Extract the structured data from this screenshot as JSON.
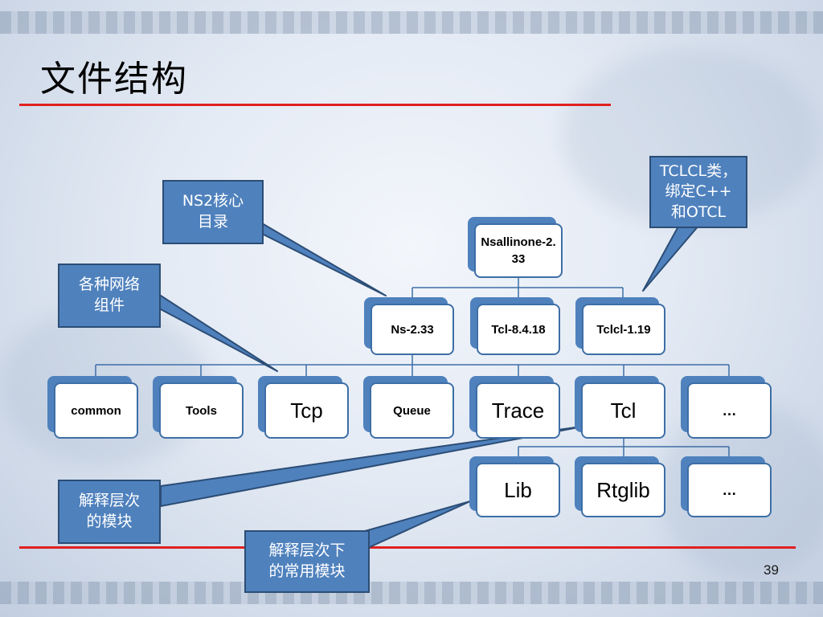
{
  "slide": {
    "title": "文件结构",
    "page_number": "39"
  },
  "tree": {
    "root": "Nsallinone-2.33",
    "level1": [
      "Ns-2.33",
      "Tcl-8.4.18",
      "Tclcl-1.19"
    ],
    "level2": [
      "common",
      "Tools",
      "Tcp",
      "Queue",
      "Trace",
      "Tcl",
      "…"
    ],
    "level3": [
      "Lib",
      "Rtglib",
      "…"
    ]
  },
  "callouts": {
    "ns2_core": "NS2核心\n目录",
    "network_components": "各种网络\n组件",
    "tclcl": "TCLCL类，\n绑定C++\n和OTCL",
    "interpreter": "解释层次\n的模块",
    "interpreter_common": "解释层次下\n的常用模块"
  },
  "colors": {
    "node_border": "#3d6ea6",
    "node_shadow": "#4f81bd",
    "callout_fill": "#4f81bd",
    "accent_line": "#e02020"
  }
}
